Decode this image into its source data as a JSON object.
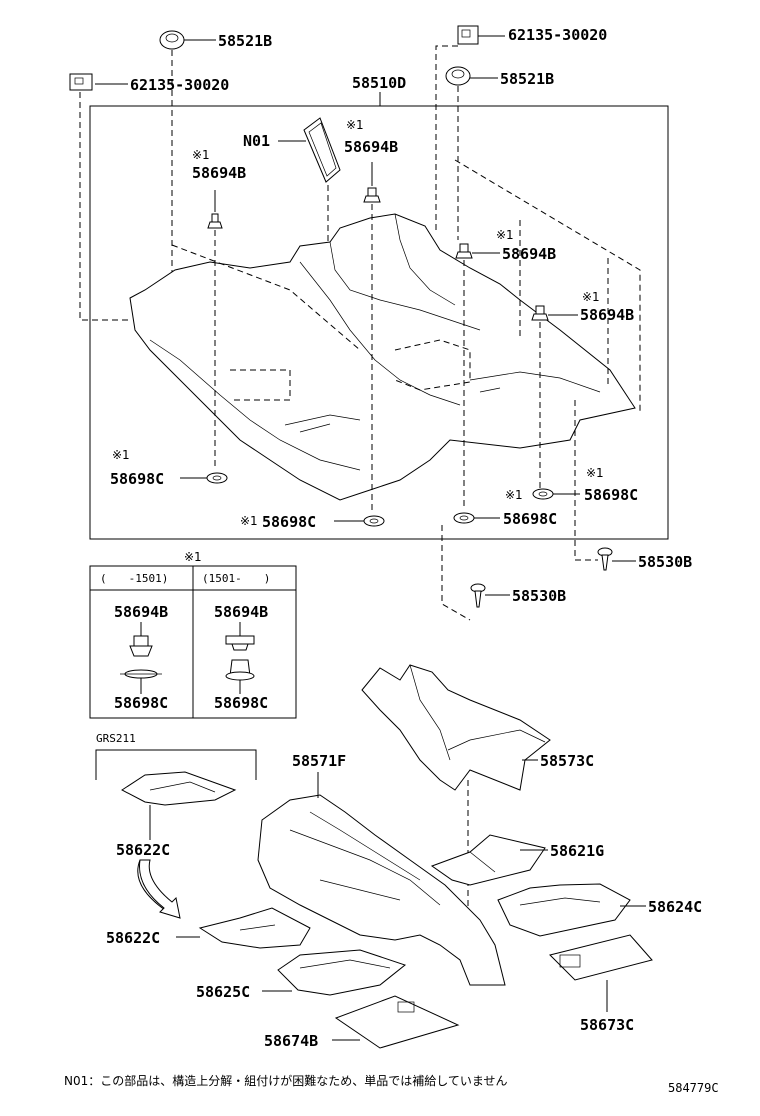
{
  "parts": {
    "p58521B_top": "58521B",
    "p62135_top": "62135-30020",
    "p62135_left": "62135-30020",
    "p58521B_right": "58521B",
    "p58510D": "58510D",
    "pN01": "N01",
    "p58694B_a": "58694B",
    "p58694B_b": "58694B",
    "p58694B_c": "58694B",
    "p58694B_d": "58694B",
    "p58698C_a": "58698C",
    "p58698C_b": "58698C",
    "p58698C_c": "58698C",
    "p58698C_d": "58698C",
    "p58530B_a": "58530B",
    "p58530B_b": "58530B",
    "p58571F": "58571F",
    "p58573C": "58573C",
    "p58621G": "58621G",
    "p58624C": "58624C",
    "p58622C_a": "58622C",
    "p58622C_b": "58622C",
    "p58625C": "58625C",
    "p58673C": "58673C",
    "p58674B": "58674B"
  },
  "marks": {
    "m1": "※1",
    "m2": "※1",
    "m3": "※1",
    "m4": "※1",
    "m5": "※1",
    "m6": "※1",
    "m7": "※1",
    "m8": "※1"
  },
  "inset": {
    "title_mark": "※1",
    "col_left": "(　　-1501)",
    "col_right": "(1501-　　)",
    "left_top": "58694B",
    "left_bottom": "58698C",
    "right_top": "58694B",
    "right_bottom": "58698C"
  },
  "group_label": "GRS211",
  "footnote": "N01：この部品は、構造上分解・組付けが困難なため、単品では補給していません",
  "diagram_code": "584779C",
  "icons": [
    "clip-icon",
    "screw-icon",
    "grommet-icon",
    "pad-icon",
    "arrow-icon"
  ]
}
